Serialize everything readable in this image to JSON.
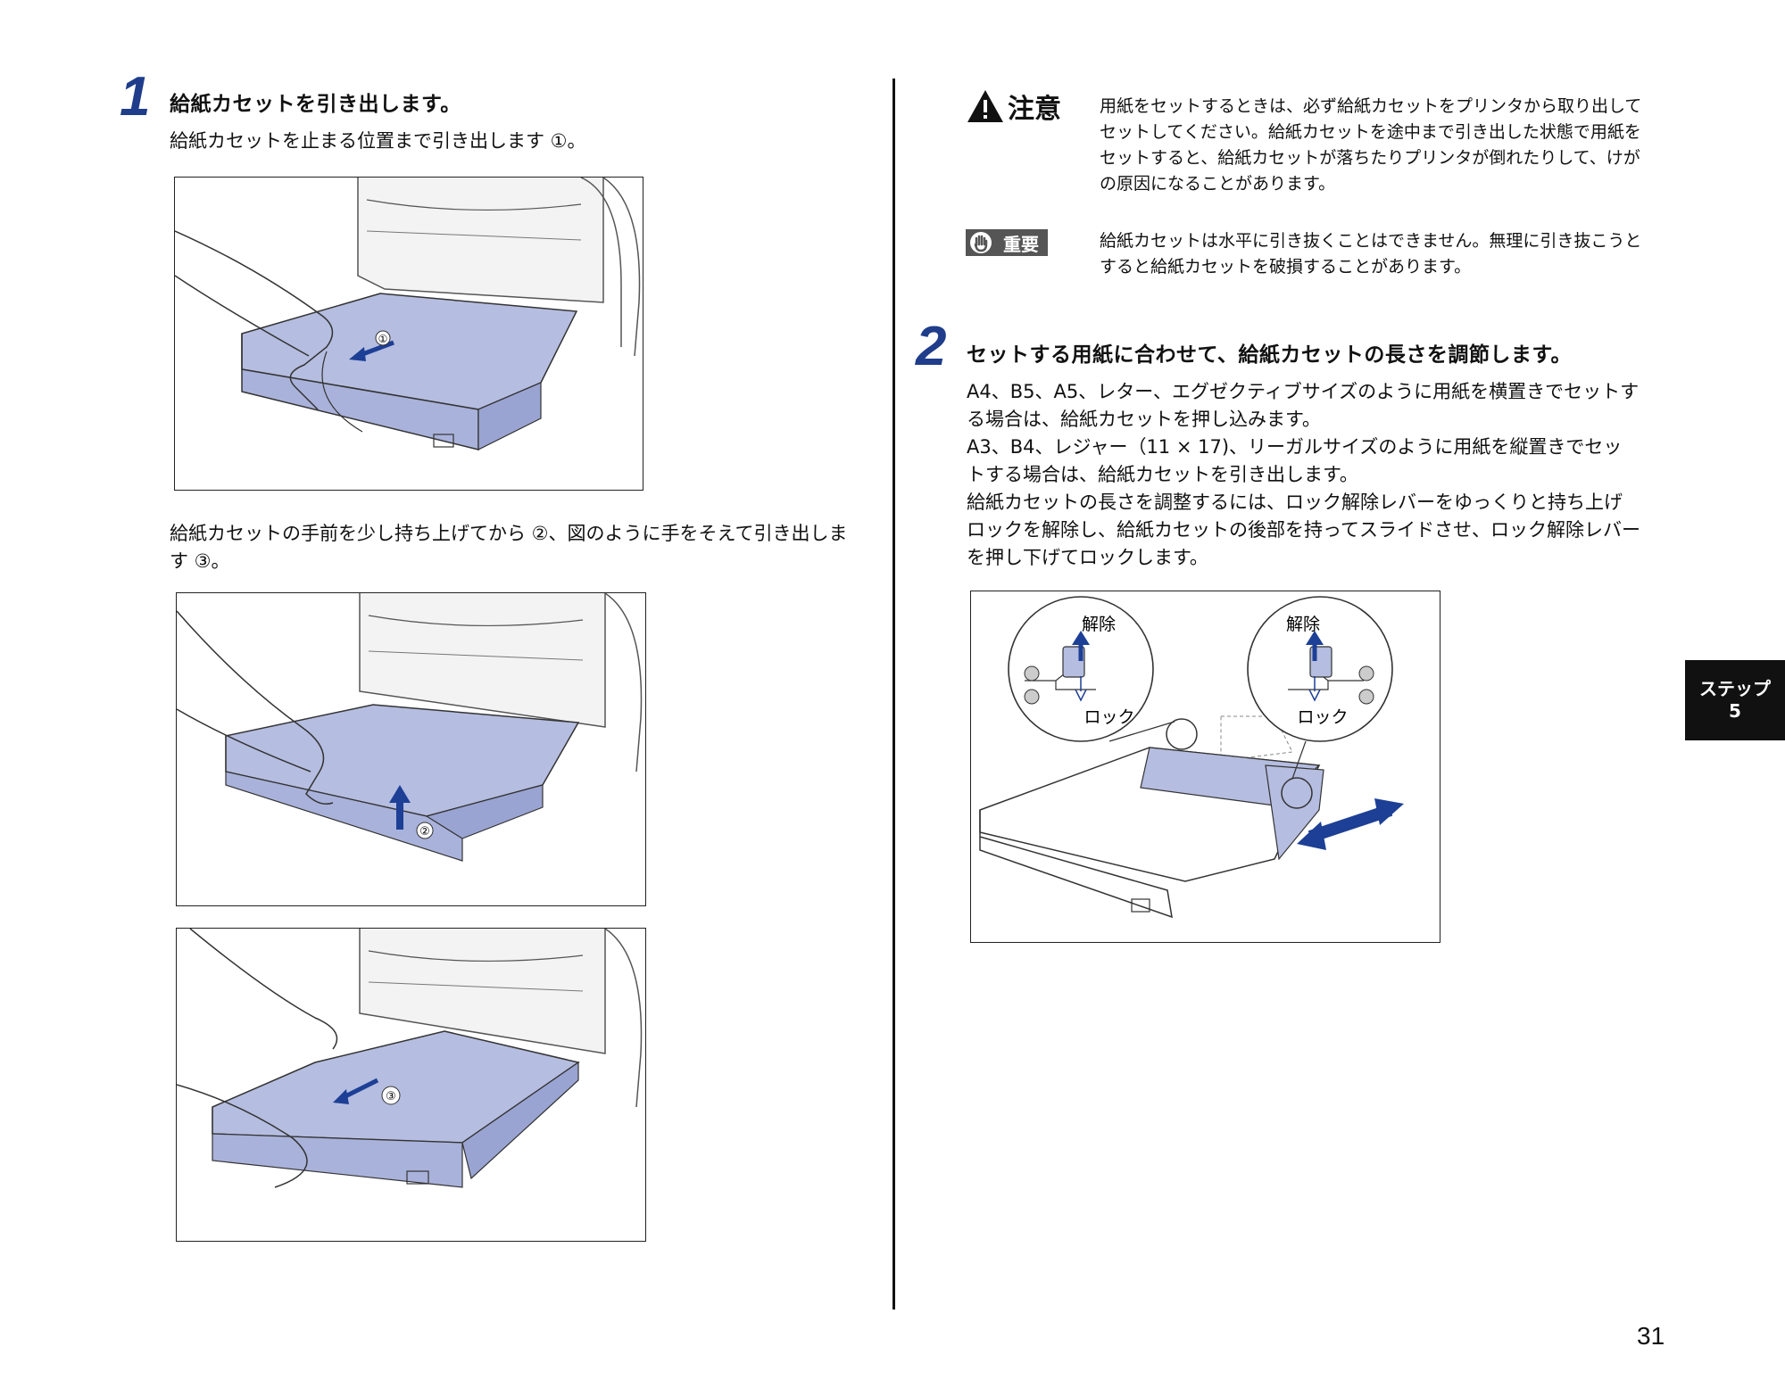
{
  "step1": {
    "number": "1",
    "title": "給紙カセットを引き出します。",
    "text1": [
      "給紙カセットを止まる位置まで引き出します ①。"
    ],
    "text2": [
      "給紙カセットの手前を少し持ち上げてから ②、図のように手をそえて引き出しま",
      "す ③。"
    ],
    "figure_markers": [
      "①",
      "②",
      "③"
    ]
  },
  "caution": {
    "label": "注意",
    "lines": [
      "用紙をセットするときは、必ず給紙カセットをプリンタから取り出して",
      "セットしてください。給紙カセットを途中まで引き出した状態で用紙を",
      "セットすると、給紙カセットが落ちたりプリンタが倒れたりして、けが",
      "の原因になることがあります。"
    ]
  },
  "important": {
    "label": "重要",
    "lines": [
      "給紙カセットは水平に引き抜くことはできません。無理に引き抜こうと",
      "すると給紙カセットを破損することがあります。"
    ]
  },
  "step2": {
    "number": "2",
    "title": "セットする用紙に合わせて、給紙カセットの長さを調節します。",
    "lines": [
      "A4、B5、A5、レター、エグゼクティブサイズのように用紙を横置きでセットす",
      "る場合は、給紙カセットを押し込みます。",
      "A3、B4、レジャー（11 × 17)、リーガルサイズのように用紙を縦置きでセッ",
      "トする場合は、給紙カセットを引き出します。",
      "給紙カセットの長さを調整するには、ロック解除レバーをゆっくりと持ち上げ",
      "ロックを解除し、給紙カセットの後部を持ってスライドさせ、ロック解除レバー",
      "を押し下げてロックします。"
    ],
    "figure_labels": {
      "release": "解除",
      "lock": "ロック"
    }
  },
  "side_tab": {
    "line1": "ステップ",
    "line2": "5"
  },
  "page_number": "31",
  "colors": {
    "cassette_blue": "#b5bde0",
    "arrow_blue": "#1d3f95",
    "tab_black": "#111111"
  }
}
